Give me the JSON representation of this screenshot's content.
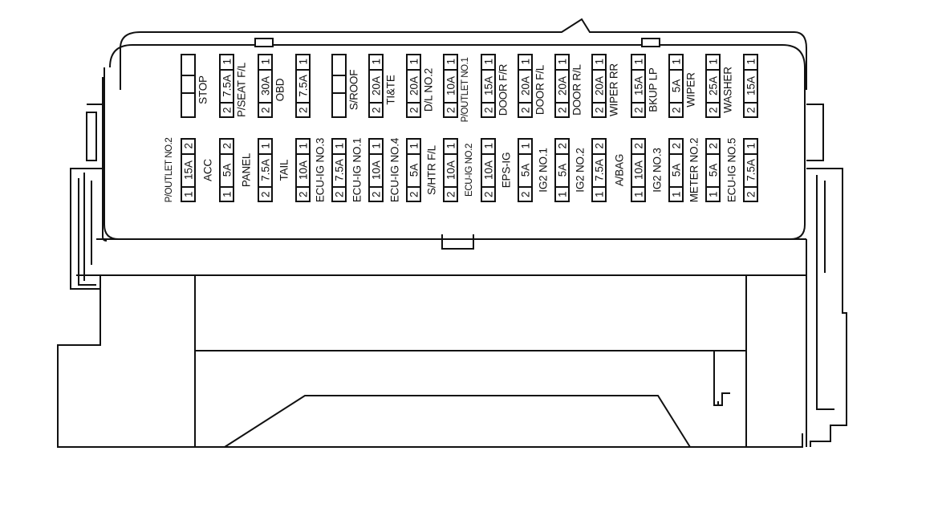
{
  "row1": [
    {
      "label": "STOP",
      "blank": true
    },
    {
      "label": "P/SEAT F/L",
      "p1": "2",
      "amp": "7.5A",
      "p2": "1"
    },
    {
      "label": "OBD",
      "p1": "2",
      "amp": "30A",
      "p2": "1"
    },
    {
      "label": "",
      "p1": "2",
      "amp": "7.5A",
      "p2": "1"
    },
    {
      "label": "S/ROOF",
      "blank": true
    },
    {
      "label": "TI&TE",
      "p1": "2",
      "amp": "20A",
      "p2": "1"
    },
    {
      "label": "D/L NO.2",
      "p1": "2",
      "amp": "20A",
      "p2": "1"
    },
    {
      "label": "P/OUTLET NO.1",
      "p1": "2",
      "amp": "10A",
      "p2": "1"
    },
    {
      "label": "DOOR F/R",
      "p1": "2",
      "amp": "15A",
      "p2": "1"
    },
    {
      "label": "DOOR F/L",
      "p1": "2",
      "amp": "20A",
      "p2": "1"
    },
    {
      "label": "DOOR R/L",
      "p1": "2",
      "amp": "20A",
      "p2": "1"
    },
    {
      "label": "WIPER RR",
      "p1": "2",
      "amp": "20A",
      "p2": "1"
    },
    {
      "label": "BKUP LP",
      "p1": "2",
      "amp": "15A",
      "p2": "1"
    },
    {
      "label": "WIPER",
      "p1": "2",
      "amp": "5A",
      "p2": "1"
    },
    {
      "label": "WASHER",
      "p1": "2",
      "amp": "25A",
      "p2": "1"
    },
    {
      "label": "",
      "p1": "2",
      "amp": "15A",
      "p2": "1"
    }
  ],
  "row2": [
    {
      "label": "P/OUTLET NO.2",
      "p1": "1",
      "amp": "15A",
      "p2": "2"
    },
    {
      "label": "ACC",
      "p1": "1",
      "amp": "5A",
      "p2": "2"
    },
    {
      "label": "PANEL",
      "p1": "2",
      "amp": "7.5A",
      "p2": "1"
    },
    {
      "label": "TAIL",
      "p1": "2",
      "amp": "10A",
      "p2": "1"
    },
    {
      "label": "ECU-IG NO.3",
      "p1": "2",
      "amp": "7.5A",
      "p2": "1"
    },
    {
      "label": "ECU-IG NO.1",
      "p1": "2",
      "amp": "10A",
      "p2": "1"
    },
    {
      "label": "ECU-IG NO.4",
      "p1": "2",
      "amp": "5A",
      "p2": "1"
    },
    {
      "label": "S/HTR F/L",
      "p1": "2",
      "amp": "10A",
      "p2": "1"
    },
    {
      "label": "ECU-IG NO.2",
      "p1": "2",
      "amp": "10A",
      "p2": "1"
    },
    {
      "label": "EPS-IG",
      "p1": "2",
      "amp": "5A",
      "p2": "1"
    },
    {
      "label": "IG2 NO.1",
      "p1": "1",
      "amp": "5A",
      "p2": "2"
    },
    {
      "label": "IG2 NO.2",
      "p1": "1",
      "amp": "7.5A",
      "p2": "2"
    },
    {
      "label": "A/BAG",
      "p1": "1",
      "amp": "10A",
      "p2": "2"
    },
    {
      "label": "IG2 NO.3",
      "p1": "1",
      "amp": "5A",
      "p2": "2"
    },
    {
      "label": "METER NO.2",
      "p1": "1",
      "amp": "5A",
      "p2": "2"
    },
    {
      "label": "ECU-IG NO.5",
      "p1": "2",
      "amp": "7.5A",
      "p2": "1"
    }
  ]
}
